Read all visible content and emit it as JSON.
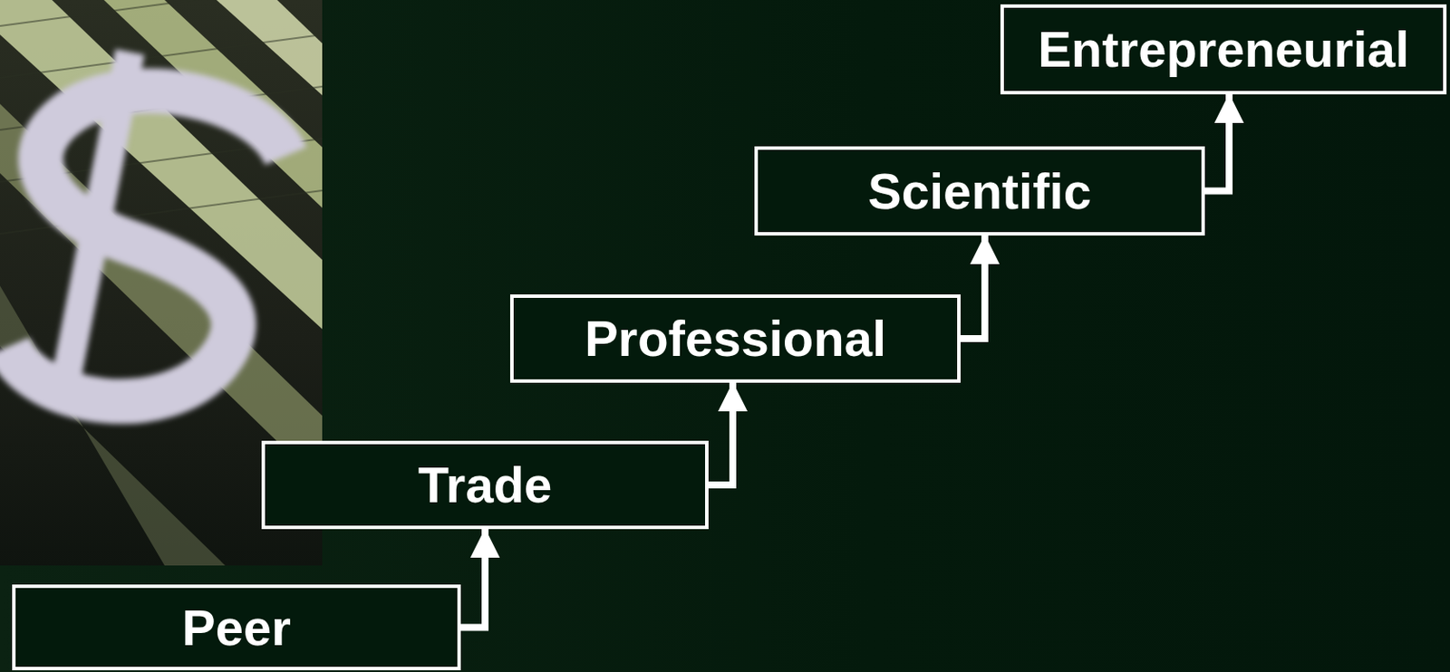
{
  "diagram": {
    "nodes": [
      {
        "text": [
          "Peer"
        ]
      },
      {
        "text": [
          "Trade"
        ]
      },
      {
        "text": [
          "Professional"
        ]
      },
      {
        "text": [
          "Scientific"
        ]
      },
      {
        "text": [
          "Entrepreneurial"
        ]
      }
    ],
    "edges": [
      {
        "from": 0,
        "to": 1,
        "arrow": "to"
      },
      {
        "from": 1,
        "to": 2,
        "arrow": "to"
      },
      {
        "from": 2,
        "to": 3,
        "arrow": "to"
      },
      {
        "from": 3,
        "to": 4,
        "arrow": "to"
      }
    ]
  }
}
